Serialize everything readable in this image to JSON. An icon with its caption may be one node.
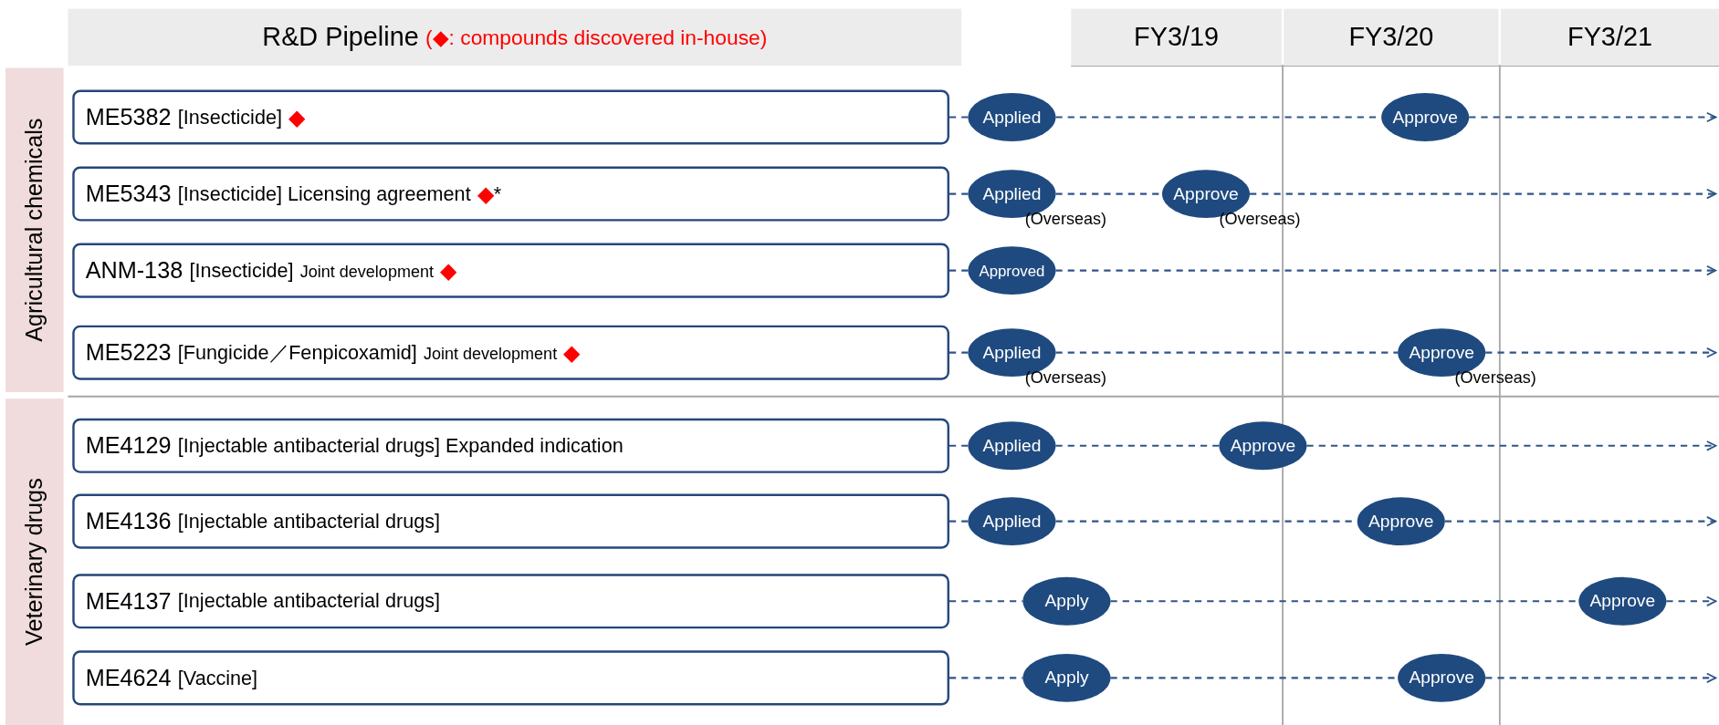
{
  "diagram": {
    "nodes": [
      {
        "text": [
          "R&D Pipeline",
          "(◆: compounds discovered in-house)"
        ]
      },
      {
        "text": [
          "FY3/19"
        ]
      },
      {
        "text": [
          "FY3/20"
        ]
      },
      {
        "text": [
          "FY3/21"
        ]
      },
      {
        "text": [
          "Agricultural chemicals"
        ]
      },
      {
        "text": [
          "ME5382",
          "[Insecticide]",
          "◆"
        ]
      },
      {
        "text": [
          "Applied"
        ]
      },
      {
        "text": [
          "Approve"
        ]
      },
      {
        "text": [
          "ME5343",
          "[Insecticide] Licensing agreement",
          "◆",
          "*"
        ]
      },
      {
        "text": [
          "Applied"
        ],
        "beside": [
          "(Overseas)"
        ]
      },
      {
        "text": [
          "Approve"
        ],
        "beside": [
          "(Overseas)"
        ]
      },
      {
        "text": [
          "ANM-138",
          "[Insecticide]",
          "Joint development",
          "◆"
        ]
      },
      {
        "text": [
          "Approved"
        ]
      },
      {
        "text": [
          "ME5223",
          "[Fungicide／Fenpicoxamid]",
          "Joint development",
          "◆"
        ]
      },
      {
        "text": [
          "Applied"
        ],
        "beside": [
          "(Overseas)"
        ]
      },
      {
        "text": [
          "Approve"
        ],
        "beside": [
          "(Overseas)"
        ]
      },
      {
        "text": [
          "Veterinary drugs"
        ]
      },
      {
        "text": [
          "ME4129",
          "[Injectable antibacterial drugs] Expanded indication"
        ]
      },
      {
        "text": [
          "Applied"
        ]
      },
      {
        "text": [
          "Approve"
        ]
      },
      {
        "text": [
          "ME4136",
          "[Injectable antibacterial drugs]"
        ]
      },
      {
        "text": [
          "Applied"
        ]
      },
      {
        "text": [
          "Approve"
        ]
      },
      {
        "text": [
          "ME4137",
          "[Injectable antibacterial drugs]"
        ]
      },
      {
        "text": [
          "Apply"
        ]
      },
      {
        "text": [
          "Approve"
        ]
      },
      {
        "text": [
          "ME4624",
          "[Vaccine]"
        ]
      },
      {
        "text": [
          "Apply"
        ]
      },
      {
        "text": [
          "Approve"
        ]
      }
    ],
    "edges": [
      {
        "from": 5,
        "to": 6,
        "arrow": "none",
        "style": "dashed"
      },
      {
        "from": 6,
        "to": 7,
        "arrow": "none",
        "style": "dashed"
      },
      {
        "from": 7,
        "to": null,
        "arrow": "to",
        "style": "dashed"
      },
      {
        "from": 8,
        "to": 9,
        "arrow": "none",
        "style": "dashed"
      },
      {
        "from": 9,
        "to": 10,
        "arrow": "none",
        "style": "dashed"
      },
      {
        "from": 10,
        "to": null,
        "arrow": "to",
        "style": "dashed"
      },
      {
        "from": 11,
        "to": 12,
        "arrow": "none",
        "style": "dashed"
      },
      {
        "from": 12,
        "to": null,
        "arrow": "to",
        "style": "dashed"
      },
      {
        "from": 13,
        "to": 14,
        "arrow": "none",
        "style": "dashed"
      },
      {
        "from": 14,
        "to": 15,
        "arrow": "none",
        "style": "dashed"
      },
      {
        "from": 15,
        "to": null,
        "arrow": "to",
        "style": "dashed"
      },
      {
        "from": 17,
        "to": 18,
        "arrow": "none",
        "style": "dashed"
      },
      {
        "from": 18,
        "to": 19,
        "arrow": "none",
        "style": "dashed"
      },
      {
        "from": 19,
        "to": null,
        "arrow": "to",
        "style": "dashed"
      },
      {
        "from": 20,
        "to": 21,
        "arrow": "none",
        "style": "dashed"
      },
      {
        "from": 21,
        "to": 22,
        "arrow": "none",
        "style": "dashed"
      },
      {
        "from": 22,
        "to": null,
        "arrow": "to",
        "style": "dashed"
      },
      {
        "from": 23,
        "to": 24,
        "arrow": "none",
        "style": "dashed"
      },
      {
        "from": 24,
        "to": 25,
        "arrow": "none",
        "style": "dashed"
      },
      {
        "from": 25,
        "to": null,
        "arrow": "to",
        "style": "dashed"
      },
      {
        "from": 26,
        "to": 27,
        "arrow": "none",
        "style": "dashed"
      },
      {
        "from": 27,
        "to": 28,
        "arrow": "none",
        "style": "dashed"
      },
      {
        "from": 28,
        "to": null,
        "arrow": "to",
        "style": "dashed"
      }
    ]
  }
}
